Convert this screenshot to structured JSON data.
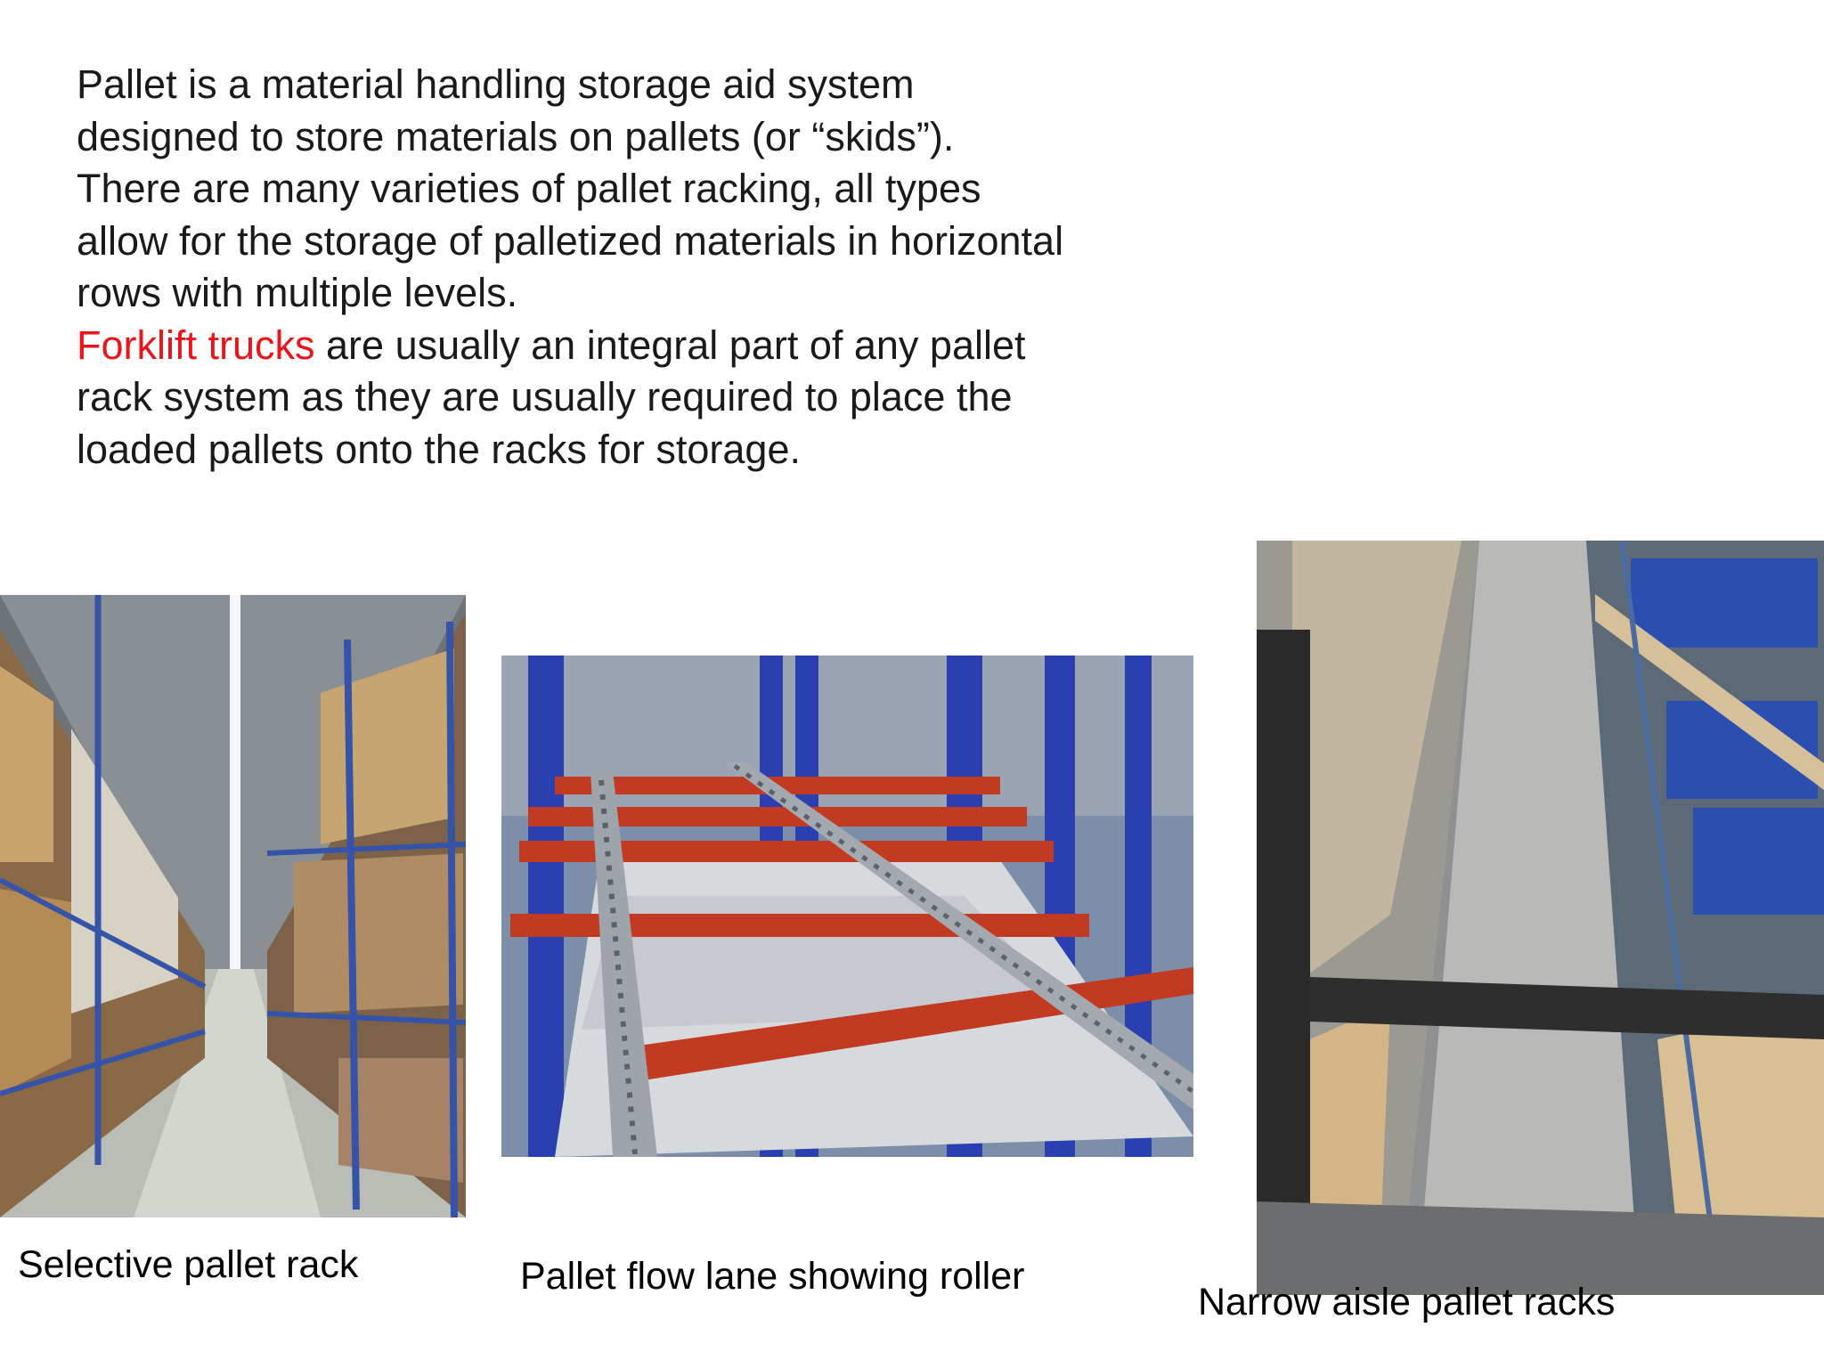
{
  "paragraph": {
    "part1": "Pallet is a material handling storage aid system designed to store materials on pallets (or “skids”). There are many varieties of pallet racking, all types allow for the storage of palletized materials in horizontal rows with multiple levels.",
    "highlight": "Forklift trucks",
    "part2": " are usually an integral part of any pallet rack system as they are usually required to place the loaded pallets onto the racks for storage.",
    "highlight_color": "#e8161b"
  },
  "photos": [
    {
      "caption": "Selective pallet  rack"
    },
    {
      "caption": "Pallet flow lane showing roller"
    },
    {
      "caption": "Narrow aisle pallet racks"
    }
  ]
}
